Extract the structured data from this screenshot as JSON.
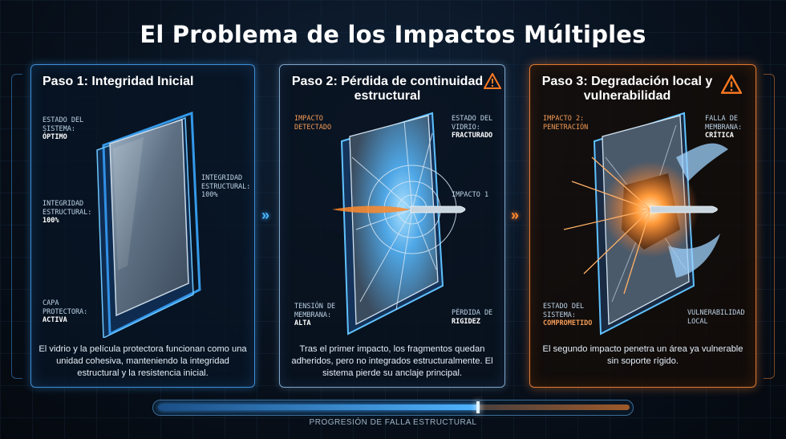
{
  "title": "El Problema de los Impactos Múltiples",
  "panels": [
    {
      "title": "Paso 1: Integridad Inicial",
      "labels": {
        "status_a": "ESTADO DEL",
        "status_b": "SISTEMA:",
        "status_c": "ÓPTIMO",
        "integ_a": "INTEGRIDAD",
        "integ_b": "ESTRUCTURAL:",
        "integ_c": "100%",
        "integ2_a": "INTEGRIDAD",
        "integ2_b": "ESTRUCTURAL:",
        "integ2_c": "100%",
        "capa_a": "CAPA",
        "capa_b": "PROTECTORA:",
        "capa_c": "ACTIVA"
      },
      "description": "El vidrio y la película protectora funcionan como una unidad cohesiva, manteniendo la integridad estructural y la resistencia inicial."
    },
    {
      "title": "Paso 2: Pérdida de continuidad estructural",
      "labels": {
        "impact_a": "IMPACTO",
        "impact_b": "DETECTADO",
        "glass_a": "ESTADO DEL",
        "glass_b": "VIDRIO:",
        "glass_c": "FRACTURADO",
        "impact1": "IMPACTO 1",
        "tension_a": "TENSIÓN DE",
        "tension_b": "MEMBRANA:",
        "tension_c": "ALTA",
        "loss_a": "PÉRDIDA DE",
        "loss_b": "RIGIDEZ"
      },
      "description": "Tras el primer impacto, los fragmentos quedan adheridos, pero no integrados estructuralmente. El sistema pierde su anclaje principal."
    },
    {
      "title": "Paso 3: Degradación local y vulnerabilidad",
      "labels": {
        "impact2_a": "IMPACTO 2:",
        "impact2_b": "PENETRACIÓN",
        "fail_a": "FALLA DE",
        "fail_b": "MEMBRANA:",
        "fail_c": "CRÍTICA",
        "sys_a": "ESTADO DEL",
        "sys_b": "SISTEMA:",
        "sys_c": "COMPROMETIDO",
        "vuln_a": "VULNERABILIDAD",
        "vuln_b": "LOCAL"
      },
      "description": "El segundo impacto penetra un área ya vulnerable sin soporte rígido."
    }
  ],
  "progress": {
    "label": "PROGRESIÓN DE FALLA ESTRUCTURAL",
    "fraction": 0.68
  },
  "colors": {
    "step1": "#3f8fd6",
    "step2": "#7fa6c8",
    "step3": "#e2792e",
    "warning": "#ff7a22"
  },
  "icons": [
    "warning-icon",
    "chevron-right-icon"
  ]
}
